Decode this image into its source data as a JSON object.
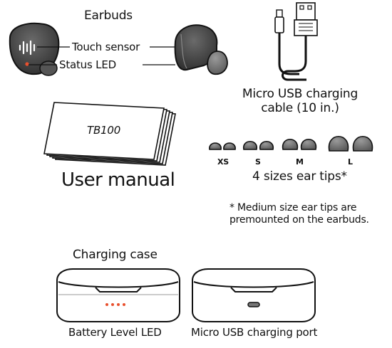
{
  "earbuds": {
    "title": "Earbuds",
    "touch_sensor_label": "Touch sensor",
    "status_led_label": "Status LED"
  },
  "cable": {
    "label_line1": "Micro USB charging",
    "label_line2": "cable (10 in.)"
  },
  "manual": {
    "cover_model": "TB100",
    "label": "User manual"
  },
  "ear_tips": {
    "sizes": [
      "XS",
      "S",
      "M",
      "L"
    ],
    "label": "4 sizes ear tips*",
    "note_line1": "* Medium size ear tips are",
    "note_line2": "premounted on the earbuds."
  },
  "charging_case": {
    "title": "Charging case",
    "battery_led_label": "Battery Level LED",
    "port_label": "Micro USB charging port"
  },
  "colors": {
    "ink": "#111111",
    "earbud_body": "#4a4a4a",
    "ear_tip": "#6e6e6e",
    "status_led": "#e8502e",
    "battery_led": "#e8502e"
  },
  "icons": [
    "earbud-front-icon",
    "earbud-side-icon",
    "micro-usb-cable-icon",
    "user-manual-icon",
    "ear-tip-icon",
    "charging-case-icon"
  ]
}
